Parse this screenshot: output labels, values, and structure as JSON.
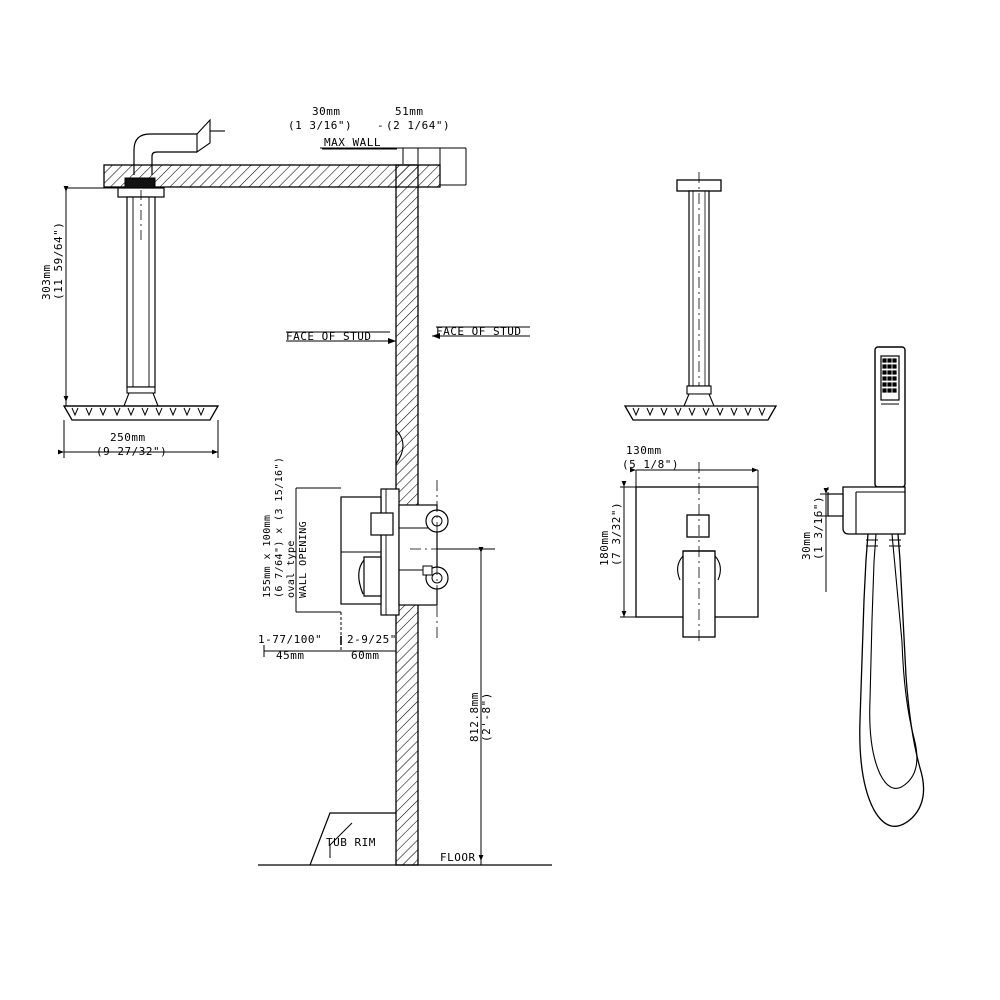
{
  "document": {
    "type": "technical-installation-drawing",
    "subject": "Wall-mounted and ceiling-mounted rain shower system with handheld sprayer",
    "line_color": "#000000",
    "background_color": "#ffffff"
  },
  "views": {
    "left": {
      "name": "wall-mount-side-section",
      "labels": {
        "max_wall_top_left_mm": "30mm",
        "max_wall_top_left_in": "(1 3/16\")",
        "max_wall_dash": "-",
        "max_wall_top_right_mm": "51mm",
        "max_wall_top_right_in": "(2 1/64\")",
        "max_wall_title": "MAX WALL",
        "face_of_stud_left": "FACE OF STUD",
        "face_of_stud_right": "FACE OF STUD",
        "tub_rim": "TUB RIM",
        "floor": "FLOOR"
      },
      "dimensions": {
        "arm_drop_mm": "303mm",
        "arm_drop_in": "(11 59/64\")",
        "head_width_mm": "250mm",
        "head_width_in": "(9 27/32\")",
        "valve_height_mm": "812.8mm",
        "valve_height_in": "(2'-8\")",
        "offset_a_in": "1-77/100\"",
        "offset_a_mm": "45mm",
        "offset_b_in": "2-9/25\"",
        "offset_b_mm": "60mm"
      },
      "wall_opening_note": {
        "line1": "155mm x 100mm",
        "line2": "(6 7/64\") x (3 15/16\")",
        "line3": "oval type",
        "line4": "WALL OPENING"
      }
    },
    "middle": {
      "name": "ceiling-mount-front-elevation",
      "dimensions": {
        "plate_width_mm": "130mm",
        "plate_width_in": "(5 1/8\")",
        "plate_height_mm": "180mm",
        "plate_height_in": "(7 3/32\")"
      }
    },
    "right": {
      "name": "handheld-sprayer-elevation",
      "dimensions": {
        "holder_depth_mm": "30mm",
        "holder_depth_in": "(1 3/16\")"
      }
    }
  }
}
